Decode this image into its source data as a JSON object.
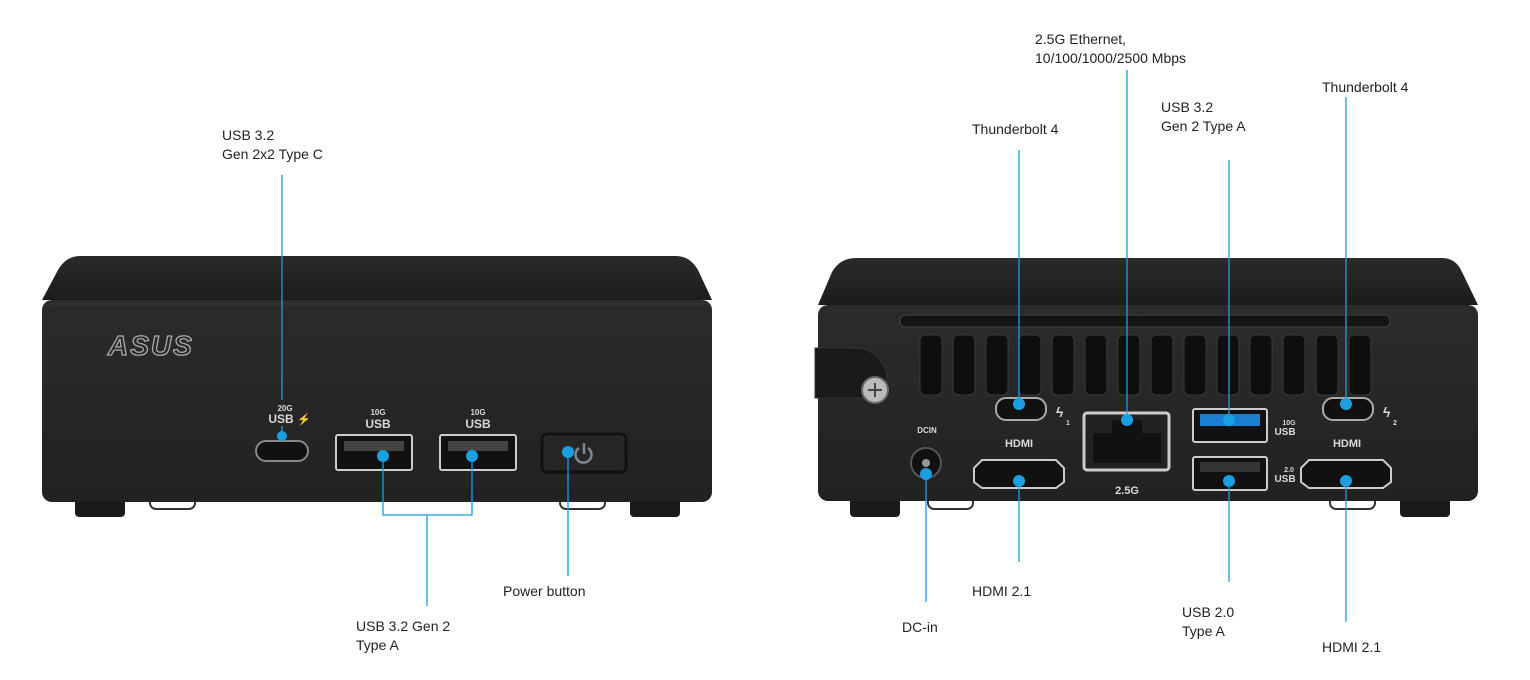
{
  "accent_color": "#1a9fe0",
  "front": {
    "brand_logo": "ASUS",
    "port_marks": {
      "usbc_speed": "20G",
      "usbc_label": "USB",
      "usba1_speed": "10G",
      "usba1_label": "USB",
      "usba2_speed": "10G",
      "usba2_label": "USB"
    },
    "callouts": {
      "usbc_line1": "USB 3.2",
      "usbc_line2": "Gen 2x2 Type C",
      "usba_line1": "USB 3.2 Gen 2",
      "usba_line2": "Type A",
      "power": "Power button"
    }
  },
  "back": {
    "port_marks": {
      "dcin": "DCIN",
      "hdmi1": "HDMI",
      "hdmi2": "HDMI",
      "lan": "2.5G",
      "tb1_num": "1",
      "tb2_num": "2",
      "usb10_speed": "10G",
      "usb10_label": "USB",
      "usb20_speed": "2.0",
      "usb20_label": "USB"
    },
    "callouts": {
      "ethernet_line1": "2.5G Ethernet,",
      "ethernet_line2": "10/100/1000/2500 Mbps",
      "tb_left": "Thunderbolt 4",
      "usb32_line1": "USB 3.2",
      "usb32_line2": "Gen 2 Type A",
      "tb_right": "Thunderbolt 4",
      "dcin": "DC-in",
      "hdmi_left": "HDMI 2.1",
      "usb20_line1": "USB 2.0",
      "usb20_line2": "Type A",
      "hdmi_right": "HDMI 2.1"
    }
  }
}
